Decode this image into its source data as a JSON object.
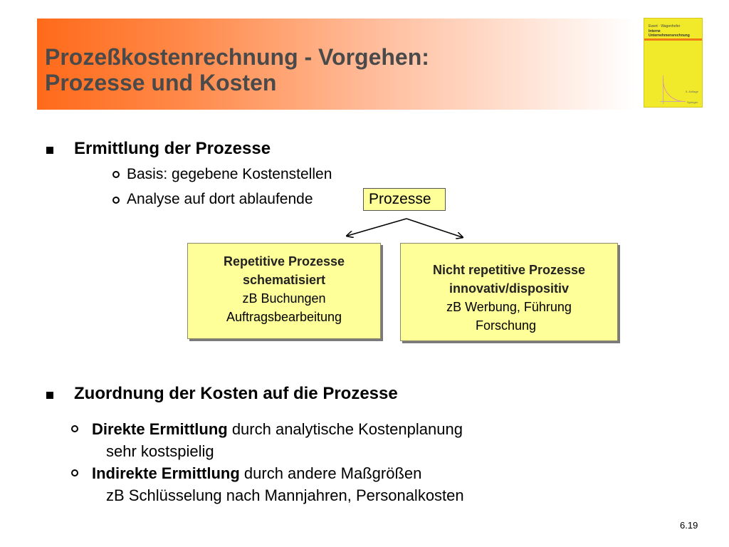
{
  "header": {
    "title_line1": "Prozeßkostenrechnung - Vorgehen:",
    "title_line2": "Prozesse und Kosten"
  },
  "book_cover": {
    "authors": "Ewert · Wagenhofer",
    "title_line1": "Interne",
    "title_line2": "Unternehmensrechnung",
    "edition": "5. Auflage",
    "publisher": "Springer"
  },
  "section1": {
    "heading": "Ermittlung der Prozesse",
    "items": [
      "Basis: gegebene Kostenstellen",
      "Analyse auf dort ablaufende"
    ],
    "highlight": "Prozesse"
  },
  "process_boxes": [
    {
      "title": "Repetitive Prozesse",
      "subtitle": "schematisiert",
      "examples": [
        "zB Buchungen",
        "Auftragsbearbeitung"
      ]
    },
    {
      "title": "Nicht repetitive Prozesse",
      "subtitle": "innovativ/dispositiv",
      "examples": [
        "zB Werbung, Führung",
        "Forschung"
      ]
    }
  ],
  "section2": {
    "heading": "Zuordnung der Kosten auf die Prozesse",
    "items": [
      {
        "bold": "Direkte Ermittlung",
        "rest": " durch analytische Kostenplanung",
        "detail": "sehr kostspielig"
      },
      {
        "bold": "Indirekte Ermittlung",
        "rest": " durch andere Maßgrößen",
        "detail": "zB Schlüsselung nach Mannjahren, Personalkosten"
      }
    ]
  },
  "footer": {
    "page_number": "6.19"
  },
  "colors": {
    "title_gradient_start": "#ff6a1a",
    "title_text": "#4a4a4a",
    "box_fill": "#ffff99",
    "book_yellow": "#f1ea2a"
  }
}
